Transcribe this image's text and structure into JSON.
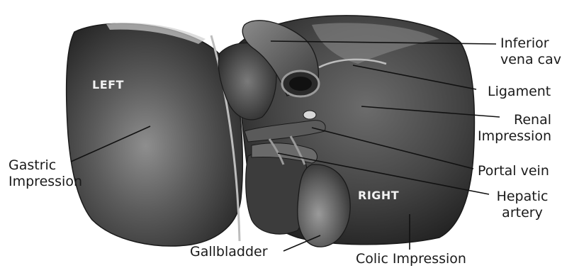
{
  "diagram": {
    "inner_labels": {
      "left_lobe": "LEFT",
      "right_lobe": "RIGHT"
    },
    "callouts": {
      "inferior_vena_cava": [
        "Inferior",
        "vena cava"
      ],
      "ligament": [
        "Ligament"
      ],
      "renal_impression": [
        "Renal",
        "Impression"
      ],
      "portal_vein": [
        "Portal vein"
      ],
      "hepatic_artery": [
        "Hepatic",
        "artery"
      ],
      "gastric_impression": [
        "Gastric",
        "Impression"
      ],
      "gallbladder": [
        "Gallbladder"
      ],
      "colic_impression": [
        "Colic Impression"
      ]
    },
    "colors": {
      "organ_dark": "#2e2e2e",
      "organ_mid": "#5a5a5a",
      "organ_light": "#9a9a9a",
      "leader_line": "#111111",
      "text": "#1a1a1a"
    }
  }
}
